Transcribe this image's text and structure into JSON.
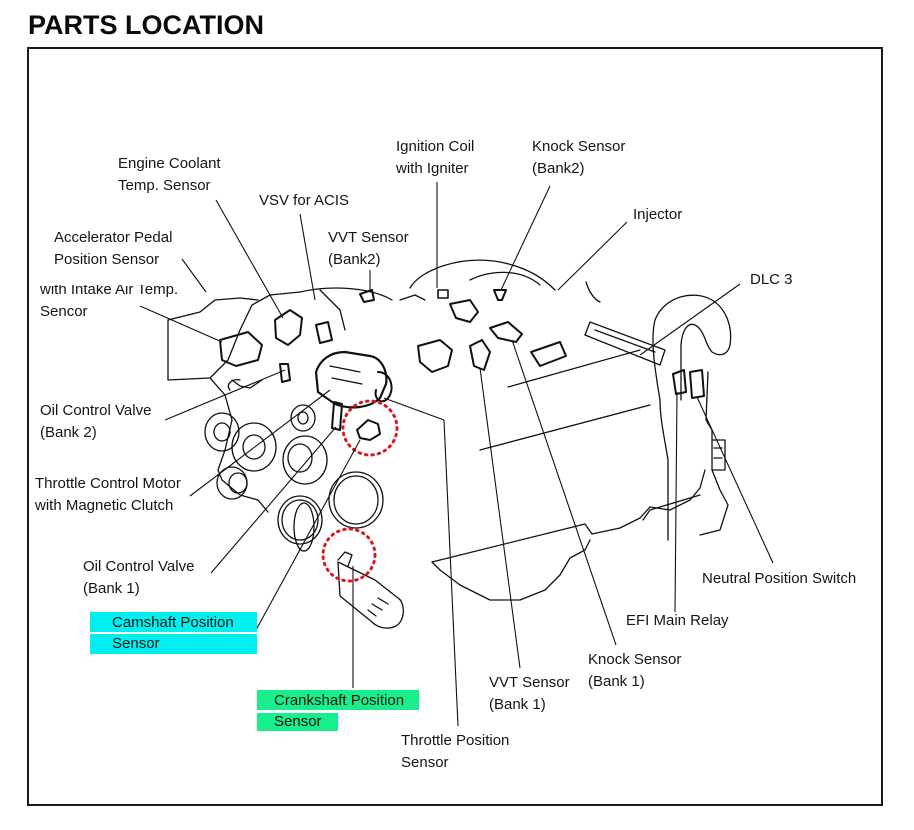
{
  "page": {
    "title": "PARTS LOCATION"
  },
  "colors": {
    "camshaft_highlight": "#00f0f0",
    "crankshaft_highlight": "#19ee8c",
    "marker_circle": "#e0141e",
    "line": "#111111"
  },
  "labels": {
    "engine_coolant": [
      "Engine Coolant",
      "Temp. Sensor"
    ],
    "vsv_acis": [
      "VSV for ACIS"
    ],
    "ignition_coil": [
      "Ignition Coil",
      "with Igniter"
    ],
    "knock_bank2": [
      "Knock Sensor",
      "(Bank2)"
    ],
    "injector": [
      "Injector"
    ],
    "accel_pedal": [
      "Accelerator Pedal",
      "Position Sensor"
    ],
    "vvt_bank2": [
      "VVT Sensor",
      "(Bank2)"
    ],
    "dlc3": [
      "DLC 3"
    ],
    "maf_sensor": [
      "with Intake Air Temp.",
      "Sencor"
    ],
    "ocv_bank2": [
      "Oil Control Valve",
      "(Bank 2)"
    ],
    "throttle_motor": [
      "Throttle Control Motor",
      "with Magnetic Clutch"
    ],
    "ocv_bank1": [
      "Oil Control Valve",
      "(Bank 1)"
    ],
    "camshaft": [
      "Camshaft Position",
      "Sensor"
    ],
    "crankshaft": [
      "Crankshaft Position",
      "Sensor"
    ],
    "throttle_position": [
      "Throttle Position",
      "Sensor"
    ],
    "vvt_bank1": [
      "VVT Sensor",
      "(Bank 1)"
    ],
    "knock_bank1": [
      "Knock Sensor",
      "(Bank 1)"
    ],
    "efi_relay": [
      "EFI Main Relay"
    ],
    "neutral_switch": [
      "Neutral Position Switch"
    ]
  }
}
